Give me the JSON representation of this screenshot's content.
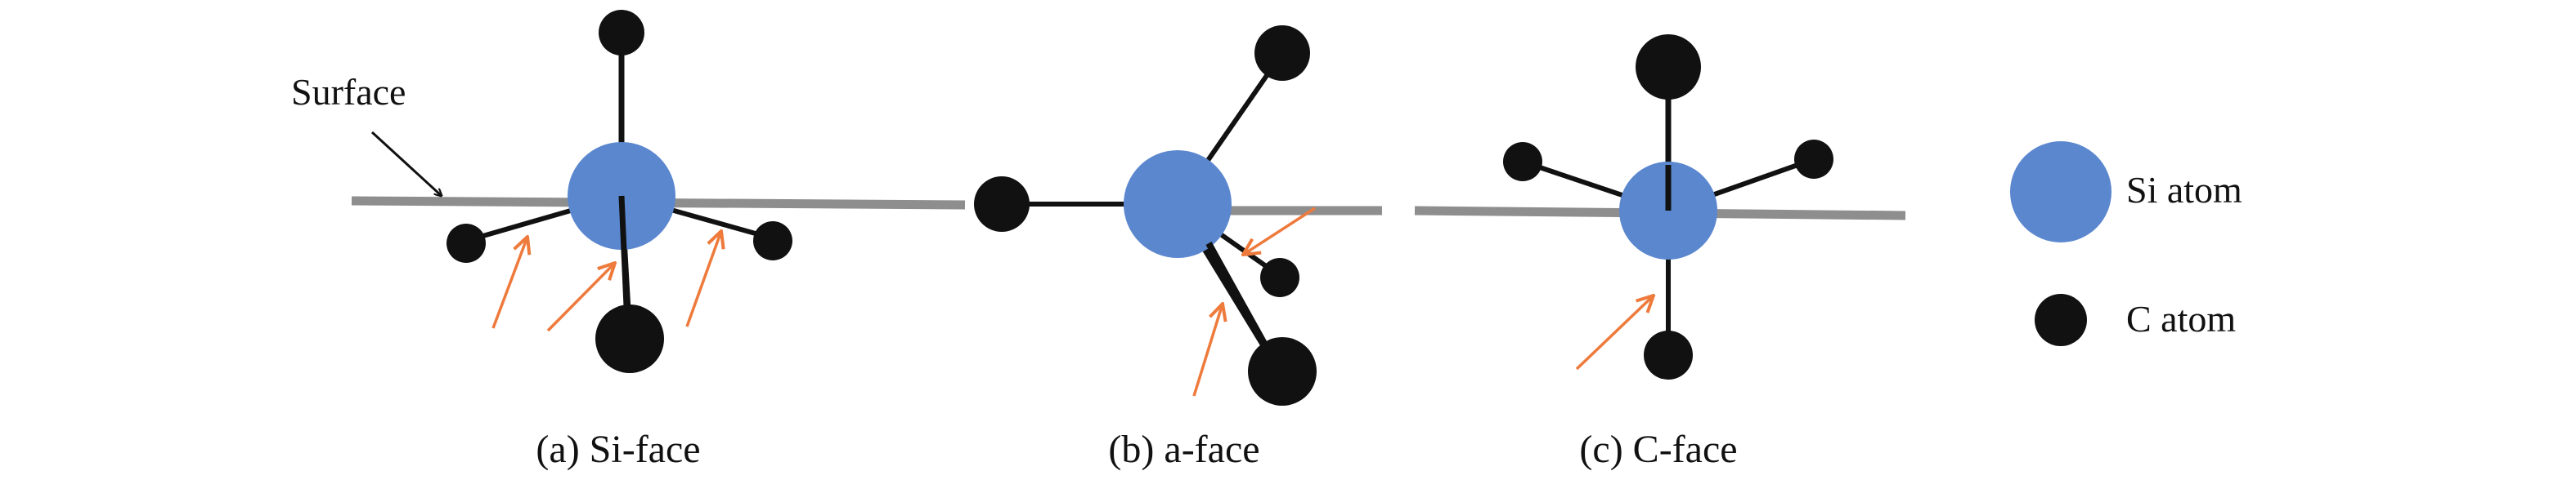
{
  "surface_label": "Surface",
  "panels": [
    {
      "id": "a",
      "caption": "(a) Si-face"
    },
    {
      "id": "b",
      "caption": "(b) a-face"
    },
    {
      "id": "c",
      "caption": "(c) C-face"
    }
  ],
  "legend": {
    "si": "Si atom",
    "c": "C atom"
  },
  "colors": {
    "si_atom": "#5b87cf",
    "c_atom": "#111111",
    "bond": "#111111",
    "surface": "#8e8e8e",
    "arrow": "#ee7a3c"
  }
}
